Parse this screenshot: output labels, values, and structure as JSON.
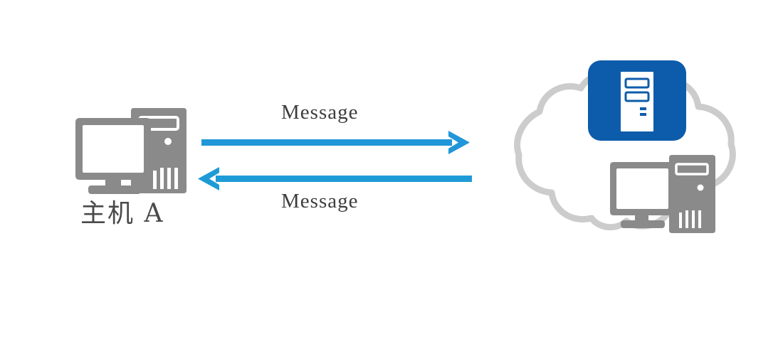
{
  "diagram": {
    "title": "Host A exchanging messages with a network cloud",
    "background_color": "#ffffff",
    "nodes": {
      "host_a": {
        "label": "主机 A",
        "icon": "desktop-computer-icon",
        "color": "#8a8a8a",
        "screen_fill": "#ffffff"
      },
      "cloud": {
        "icon": "network-cloud-icon",
        "stroke_color": "#cccccc",
        "fill_color": "#ffffff"
      },
      "server": {
        "icon": "server-tile-icon",
        "tile_color": "#0d5cab",
        "tower_color": "#ffffff"
      },
      "remote_host": {
        "icon": "desktop-computer-icon",
        "color": "#8a8a8a",
        "screen_fill": "#ffffff"
      }
    },
    "arrows": [
      {
        "name": "arrow-outbound",
        "label": "Message",
        "direction": "right",
        "color": "#2196d8",
        "from": "host_a",
        "to": "cloud"
      },
      {
        "name": "arrow-inbound",
        "label": "Message",
        "direction": "left",
        "color": "#1e9bd7",
        "from": "cloud",
        "to": "host_a"
      }
    ]
  }
}
